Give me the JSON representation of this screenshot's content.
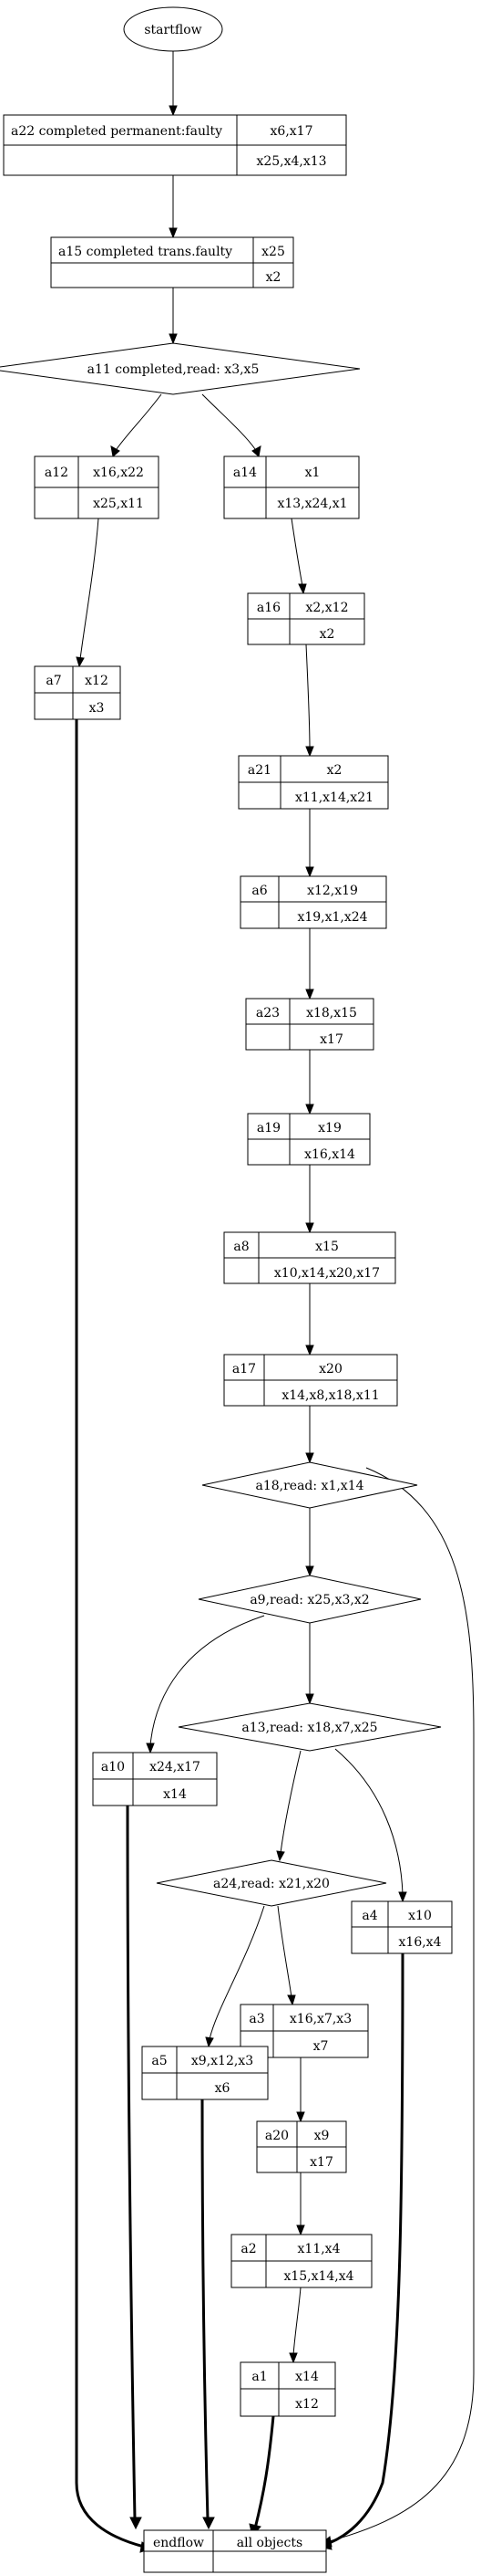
{
  "start": "startflow",
  "activities": {
    "a22": {
      "name": "a22  completed permanent:faulty",
      "reads": "x6,x17",
      "writes": "x25,x4,x13"
    },
    "a15": {
      "name": "a15  completed trans.faulty",
      "reads": "x25",
      "writes": "x2"
    },
    "a12": {
      "name": "a12",
      "reads": "x16,x22",
      "writes": "x25,x11"
    },
    "a14": {
      "name": "a14",
      "reads": "x1",
      "writes": "x13,x24,x1"
    },
    "a7": {
      "name": "a7",
      "reads": "x12",
      "writes": "x3"
    },
    "a16": {
      "name": "a16",
      "reads": "x2,x12",
      "writes": "x2"
    },
    "a21": {
      "name": "a21",
      "reads": "x2",
      "writes": "x11,x14,x21"
    },
    "a6": {
      "name": "a6",
      "reads": "x12,x19",
      "writes": "x19,x1,x24"
    },
    "a23": {
      "name": "a23",
      "reads": "x18,x15",
      "writes": "x17"
    },
    "a19": {
      "name": "a19",
      "reads": "x19",
      "writes": "x16,x14"
    },
    "a8": {
      "name": "a8",
      "reads": "x15",
      "writes": "x10,x14,x20,x17"
    },
    "a17": {
      "name": "a17",
      "reads": "x20",
      "writes": "x14,x8,x18,x11"
    },
    "a10": {
      "name": "a10",
      "reads": "x24,x17",
      "writes": "x14"
    },
    "a4": {
      "name": "a4",
      "reads": "x10",
      "writes": "x16,x4"
    },
    "a3": {
      "name": "a3",
      "reads": "x16,x7,x3",
      "writes": "x7"
    },
    "a5": {
      "name": "a5",
      "reads": "x9,x12,x3",
      "writes": "x6"
    },
    "a20": {
      "name": "a20",
      "reads": "x9",
      "writes": "x17"
    },
    "a2": {
      "name": "a2",
      "reads": "x11,x4",
      "writes": "x15,x14,x4"
    },
    "a1": {
      "name": "a1",
      "reads": "x14",
      "writes": "x12"
    }
  },
  "decisions": {
    "a11": "a11  completed,read: x3,x5",
    "a18": "a18,read: x1,x14",
    "a9": "a9,read: x25,x3,x2",
    "a13": "a13,read: x18,x7,x25",
    "a24": "a24,read: x21,x20"
  },
  "end": {
    "name": "endflow",
    "label": "all objects"
  }
}
